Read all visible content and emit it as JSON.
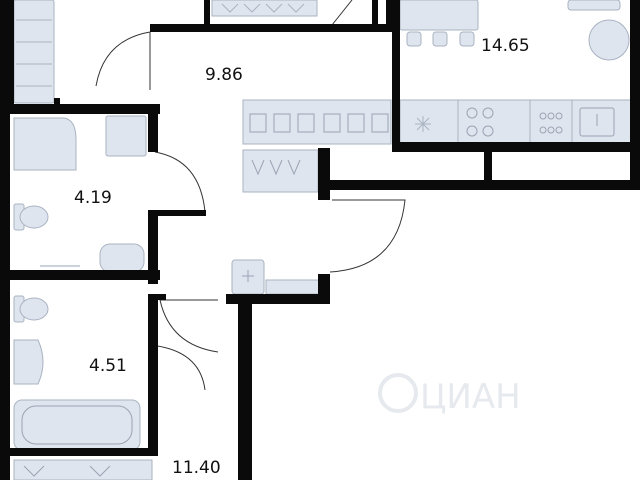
{
  "plan": {
    "colors": {
      "wall": "#0a0a0a",
      "fixture_fill": "#dfe5ee",
      "fixture_stroke": "#a9b3c2",
      "door": "#333333",
      "watermark": "#e6e9ee"
    },
    "rooms": [
      {
        "id": "kitchen",
        "area": "14.65"
      },
      {
        "id": "hall",
        "area": "9.86"
      },
      {
        "id": "bathroom-top",
        "area": "4.19"
      },
      {
        "id": "bathroom-bottom",
        "area": "4.51"
      },
      {
        "id": "room-bottom",
        "area": "11.40"
      }
    ],
    "watermark": "ЦИАН",
    "icons": {
      "stove": "stove-icon",
      "sink": "sink-icon",
      "toilet": "toilet-icon",
      "bathtub": "bathtub-icon",
      "washer": "washing-machine-icon"
    }
  }
}
